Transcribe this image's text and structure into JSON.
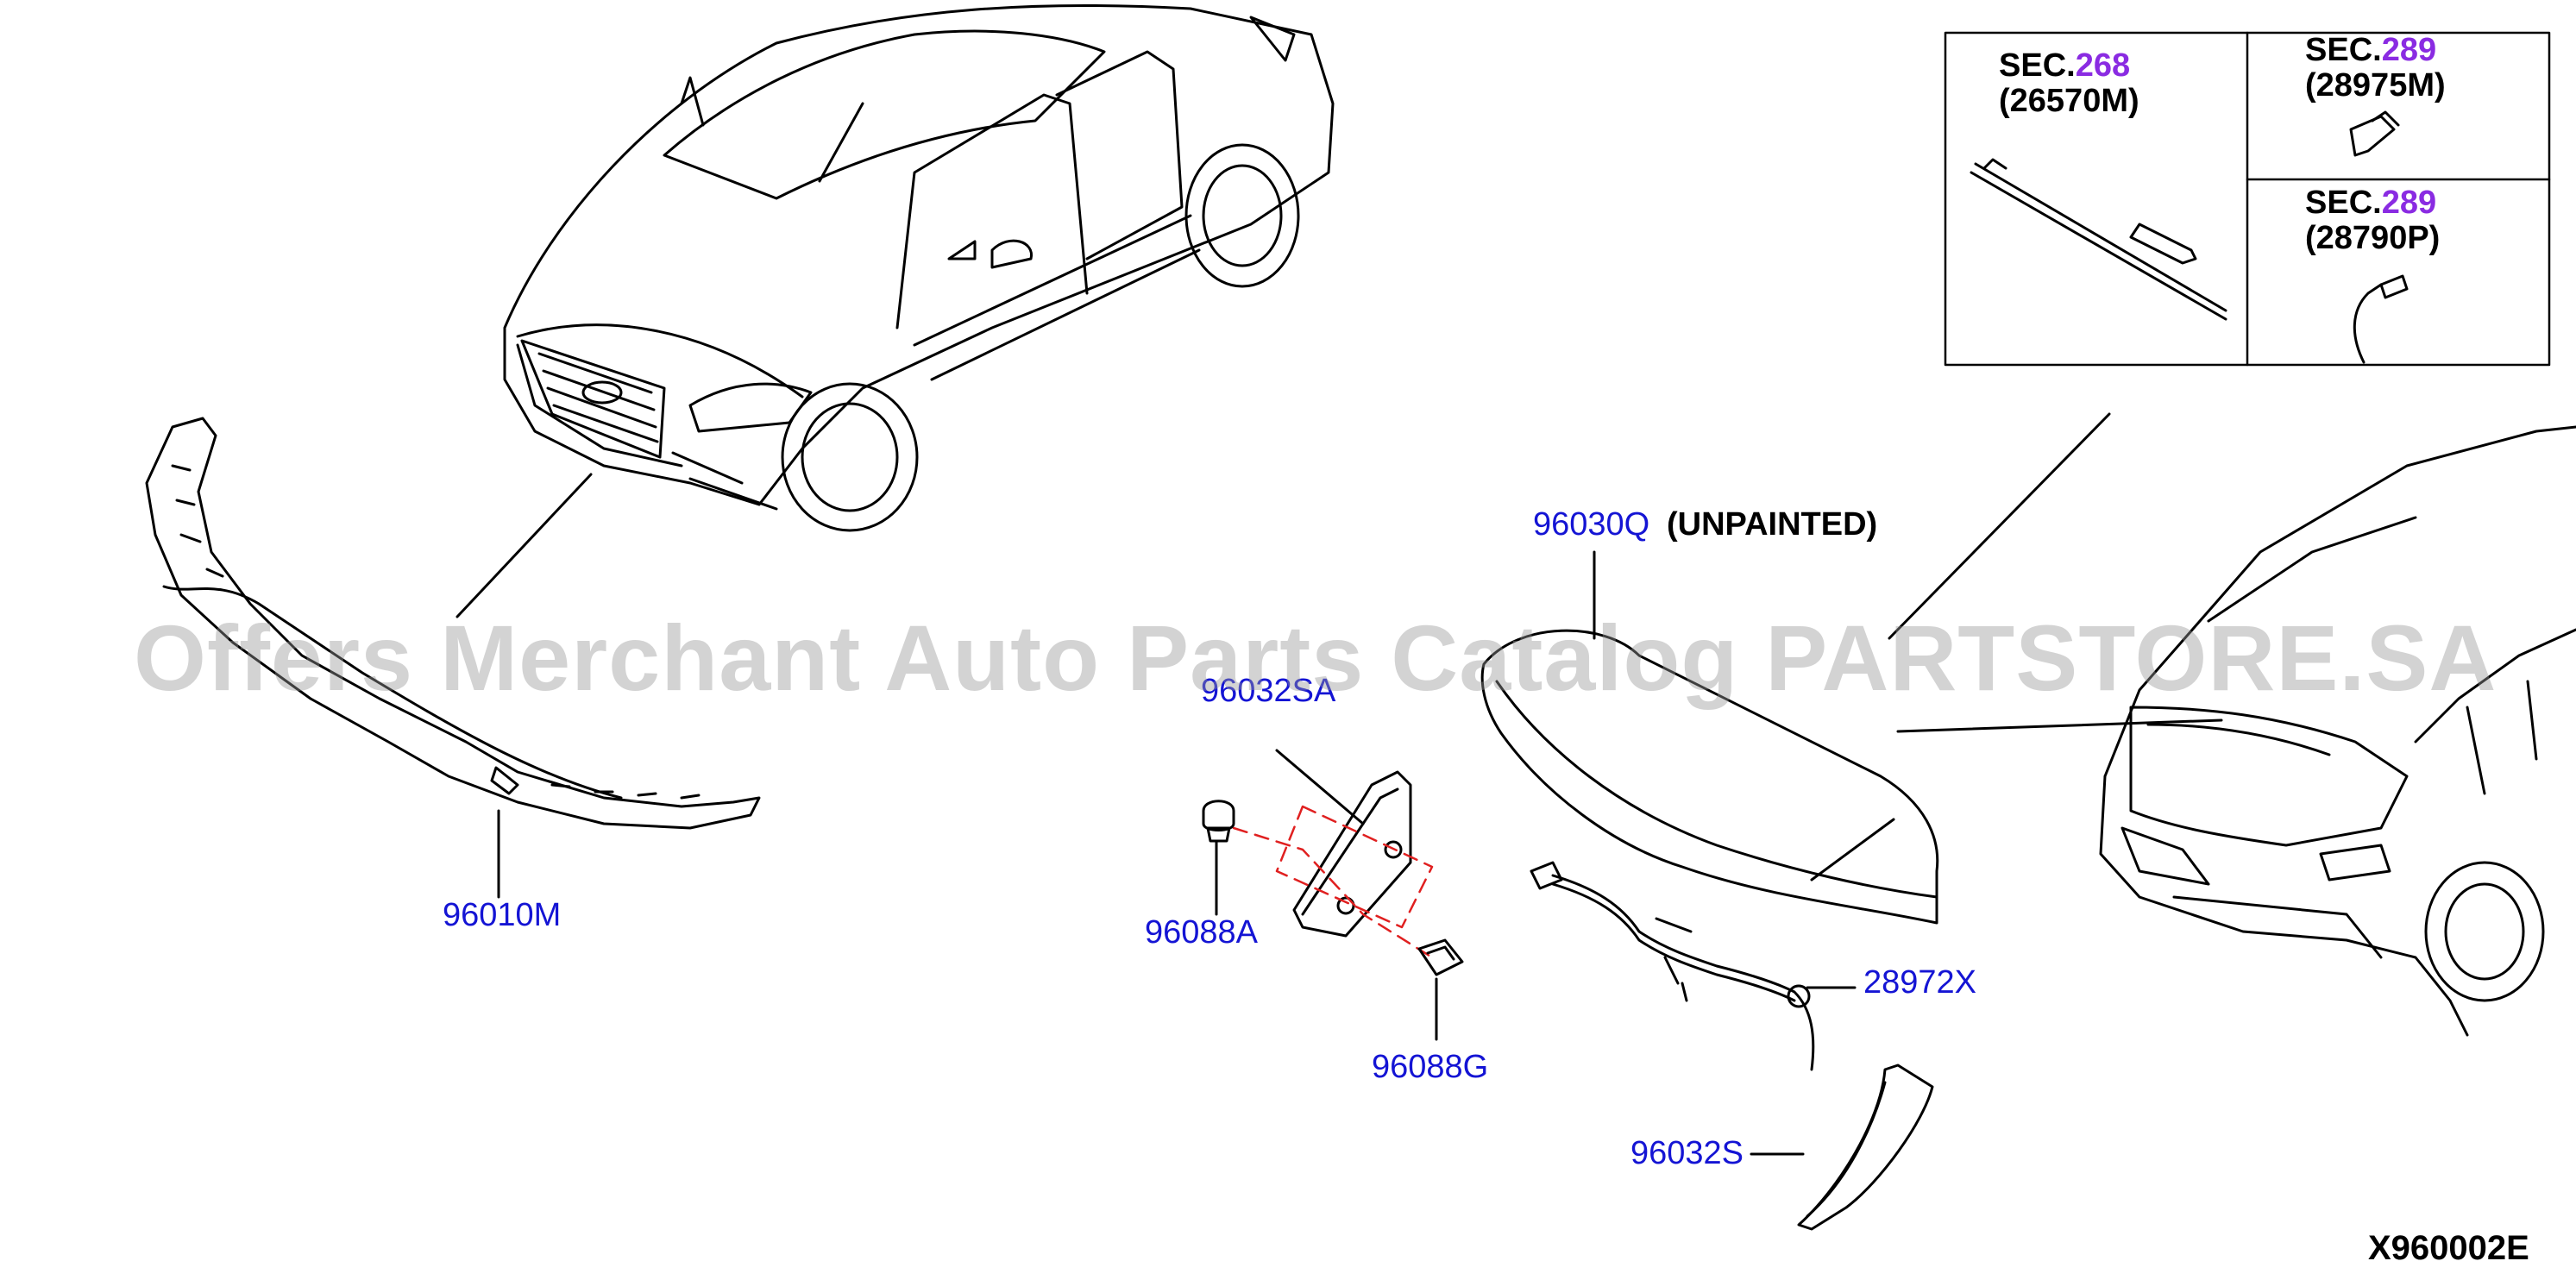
{
  "parts": {
    "p96010M": "96010M",
    "p96030Q": "96030Q",
    "unpainted": "(UNPAINTED)",
    "p96032SA": "96032SA",
    "p96088A": "96088A",
    "p96088G": "96088G",
    "p28972X": "28972X",
    "p96032S": "96032S"
  },
  "sections": [
    {
      "prefix": "SEC.",
      "number": "268",
      "code": "(26570M)"
    },
    {
      "prefix": "SEC.",
      "number": "289",
      "code": "(28975M)"
    },
    {
      "prefix": "SEC.",
      "number": "289",
      "code": "(28790P)"
    }
  ],
  "diagram_code": "X960002E",
  "watermark": "Offers Merchant Auto Parts Catalog PARTSTORE.SA",
  "colors": {
    "part_link": "#1414d4",
    "section_number": "#8a2be2",
    "dashed_guide": "#e02020",
    "line_art": "#000000"
  }
}
